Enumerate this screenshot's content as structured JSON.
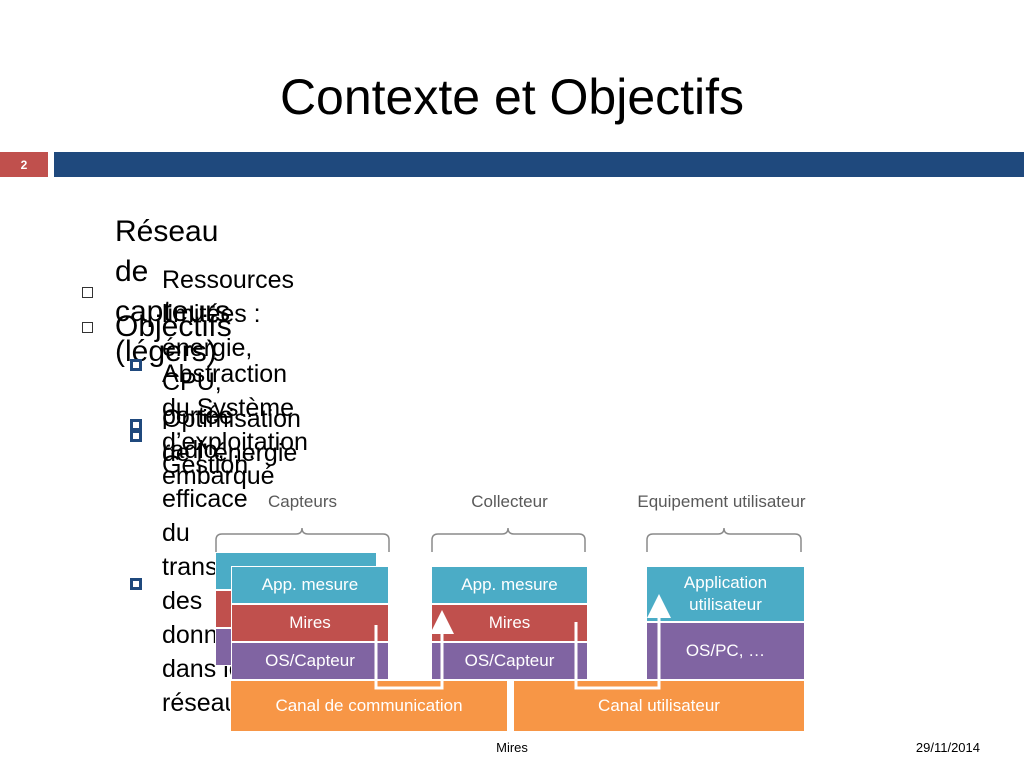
{
  "slide": {
    "title": "Contexte et Objectifs",
    "number": "2",
    "footer_center": "Mires",
    "footer_date": "29/11/2014"
  },
  "bullets": [
    {
      "text": "Réseau de capteurs (légers)",
      "children": [
        "Ressources limitées : énergie, CPU, portée radio, …"
      ]
    },
    {
      "text": "Objectifs",
      "children": [
        "Abstraction du Système d’exploitation embarqué",
        "Optimisation de l’ énergie",
        "Gestion efficace du transport des données dans le réseau"
      ]
    }
  ],
  "diagram": {
    "groups": {
      "capteurs": "Capteurs",
      "collecteur": "Collecteur",
      "equipement": "Equipement utilisateur"
    },
    "blocks": {
      "app_mesure": "App. mesure",
      "mires": "Mires",
      "os_capteur": "OS/Capteur",
      "app_user_1": "Application",
      "app_user_2": "utilisateur",
      "os_pc": "OS/PC, …",
      "canal_comm": "Canal de communication",
      "canal_user": "Canal utilisateur"
    },
    "colors": {
      "application": "#4bacc6",
      "mires": "#c0504d",
      "os": "#8064a2",
      "canal": "#f79646",
      "accent_band": "#1f497d"
    }
  }
}
